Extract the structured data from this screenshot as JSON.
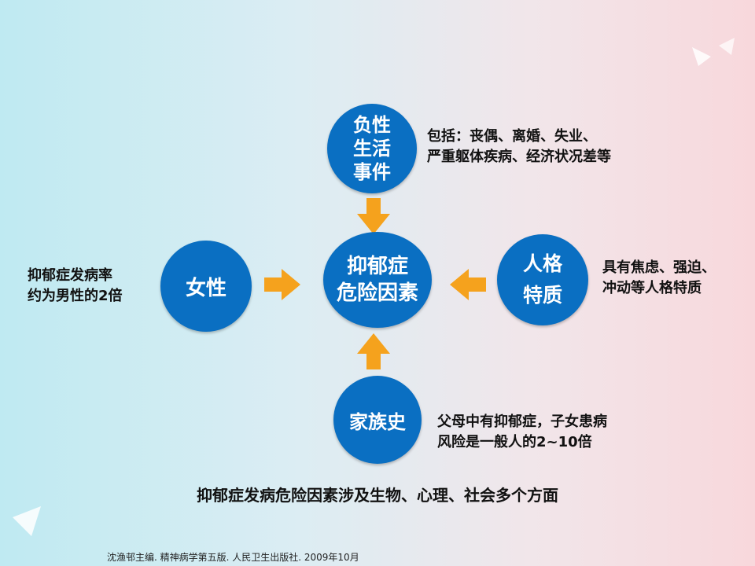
{
  "diagram": {
    "center_node": "抑郁症\n危险因素",
    "nodes": {
      "top": {
        "label": "负性\n生活\n事件",
        "note": "包括：丧偶、离婚、失业、\n严重躯体疾病、经济状况差等"
      },
      "left": {
        "label": "女性",
        "note": "抑郁症发病率\n约为男性的2倍"
      },
      "right": {
        "label": "人格\n特质",
        "note": "具有焦虑、强迫、\n冲动等人格特质"
      },
      "bottom": {
        "label": "家族史",
        "note": "父母中有抑郁症，子女患病\n风险是一般人的2~10倍"
      }
    },
    "summary": "抑郁症发病危险因素涉及生物、心理、社会多个方面",
    "citation": "沈渔邨主编. 精神病学第五版. 人民卫生出版社. 2009年10月"
  },
  "colors": {
    "node_fill": "#0a6fc2",
    "arrow": "#f5a21d",
    "text": "#111111"
  }
}
